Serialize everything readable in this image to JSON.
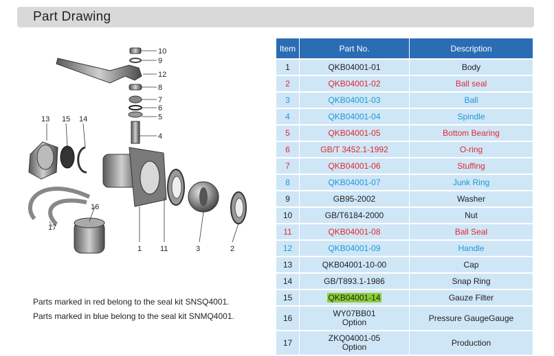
{
  "header": {
    "title": "Part Drawing"
  },
  "drawing": {
    "callouts": [
      "10",
      "9",
      "12",
      "8",
      "7",
      "6",
      "5",
      "4",
      "13",
      "15",
      "14",
      "16",
      "17",
      "1",
      "11",
      "3",
      "2"
    ]
  },
  "notes": {
    "red": "Parts marked in red  belong to the seal kit SNSQ4001.",
    "blue": "Parts marked in blue  belong to the seal kit SNMQ4001."
  },
  "table": {
    "headers": {
      "item": "Item",
      "part": "Part No.",
      "desc": "Description"
    },
    "rows": [
      {
        "item": "1",
        "part": "QKB04001-01",
        "desc": "Body",
        "color": "#222222"
      },
      {
        "item": "2",
        "part": "QKB04001-02",
        "desc": "Ball seal",
        "color": "#e0282e"
      },
      {
        "item": "3",
        "part": "QKB04001-03",
        "desc": "Ball",
        "color": "#1a9ad6"
      },
      {
        "item": "4",
        "part": "QKB04001-04",
        "desc": "Spindle",
        "color": "#1a9ad6"
      },
      {
        "item": "5",
        "part": "QKB04001-05",
        "desc": "Bottom Bearing",
        "color": "#e0282e"
      },
      {
        "item": "6",
        "part": "GB/T 3452.1-1992",
        "desc": "O-ring",
        "color": "#e0282e"
      },
      {
        "item": "7",
        "part": "QKB04001-06",
        "desc": "Stuffing",
        "color": "#e0282e"
      },
      {
        "item": "8",
        "part": "QKB04001-07",
        "desc": "Junk Ring",
        "color": "#1a9ad6"
      },
      {
        "item": "9",
        "part": "GB95-2002",
        "desc": "Washer",
        "color": "#222222"
      },
      {
        "item": "10",
        "part": "GB/T6184-2000",
        "desc": "Nut",
        "color": "#222222"
      },
      {
        "item": "11",
        "part": "QKB04001-08",
        "desc": "Ball Seal",
        "color": "#e0282e"
      },
      {
        "item": "12",
        "part": "QKB04001-09",
        "desc": "Handle",
        "color": "#1a9ad6"
      },
      {
        "item": "13",
        "part": "QKB04001-10-00",
        "desc": "Cap",
        "color": "#222222"
      },
      {
        "item": "14",
        "part": "GB/T893.1-1986",
        "desc": "Snap Ring",
        "color": "#222222"
      },
      {
        "item": "15",
        "part": "QKB04001-14",
        "desc": "Gauze Filter",
        "color": "#222222",
        "highlight": "#8ccf35"
      },
      {
        "item": "16",
        "part": "WY07BB01",
        "part2": "Option",
        "desc": "Pressure GaugeGauge",
        "color": "#222222"
      },
      {
        "item": "17",
        "part": "ZKQ04001-05",
        "part2": "Option",
        "desc": "Production",
        "color": "#222222"
      }
    ]
  }
}
